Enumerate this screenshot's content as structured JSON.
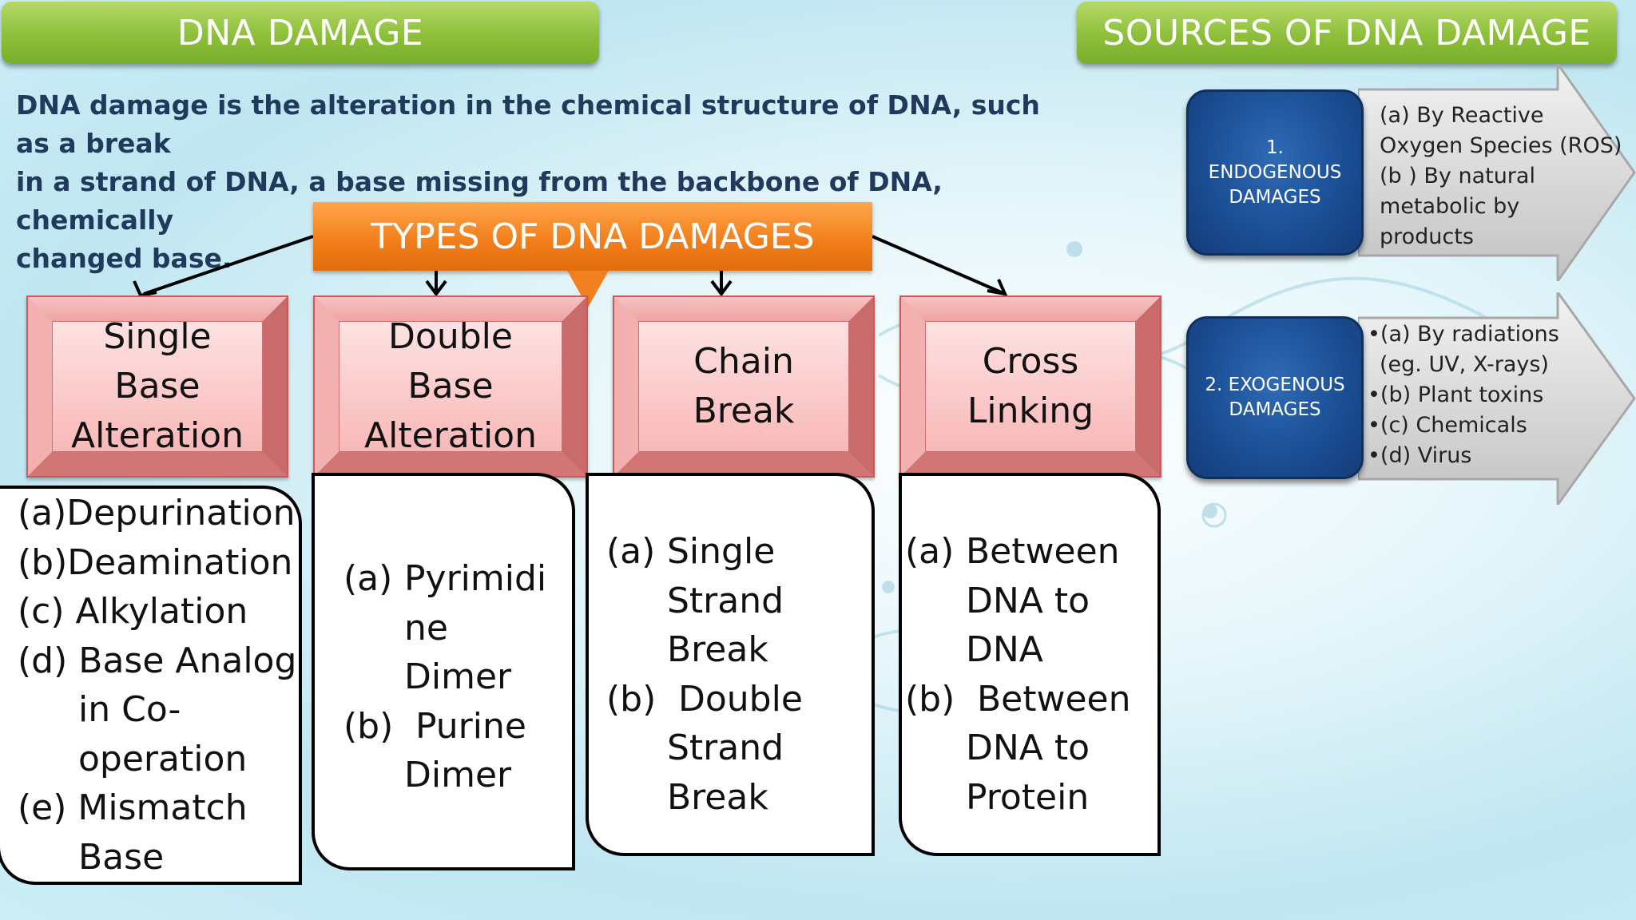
{
  "banners": {
    "dna_damage": "DNA DAMAGE",
    "sources": "SOURCES OF DNA DAMAGE"
  },
  "intro": {
    "line1": "DNA damage is the alteration in the chemical structure of DNA, such as a break",
    "line2": "in a strand of DNA, a base missing from the backbone of DNA, chemically",
    "line3": "changed base."
  },
  "types_header": "TYPES OF DNA DAMAGES",
  "types": [
    {
      "lines": [
        "Single",
        "Base",
        "Alteration"
      ]
    },
    {
      "lines": [
        "Double",
        "Base",
        "Alteration"
      ]
    },
    {
      "lines": [
        "Chain",
        "Break"
      ]
    },
    {
      "lines": [
        "Cross",
        "Linking"
      ]
    }
  ],
  "lists": [
    {
      "items": [
        {
          "label": "(a)",
          "lines": [
            "Depurination"
          ]
        },
        {
          "label": "(b)",
          "lines": [
            "Deamination"
          ]
        },
        {
          "label": "(c)",
          "lines": [
            " Alkylation"
          ]
        },
        {
          "label": "(d)",
          "lines": [
            " Base Analog",
            "in Co-",
            "operation"
          ]
        },
        {
          "label": "(e)",
          "lines": [
            " Mismatch",
            "Base"
          ]
        }
      ]
    },
    {
      "items": [
        {
          "label": "(a)",
          "lines": [
            "Pyrimidi",
            "ne",
            "Dimer"
          ]
        },
        {
          "label": "(b)",
          "lines": [
            " Purine",
            "Dimer"
          ]
        }
      ]
    },
    {
      "items": [
        {
          "label": "(a)",
          "lines": [
            "Single",
            "Strand",
            "Break"
          ]
        },
        {
          "label": "(b)",
          "lines": [
            " Double",
            "Strand",
            "Break"
          ]
        }
      ]
    },
    {
      "items": [
        {
          "label": "(a)",
          "lines": [
            "Between",
            "DNA to",
            "DNA"
          ]
        },
        {
          "label": "(b)",
          "lines": [
            " Between",
            "DNA to",
            "Protein"
          ]
        }
      ]
    }
  ],
  "sources": [
    {
      "box_lines": [
        "1.",
        "ENDOGENOUS",
        "DAMAGES"
      ],
      "arrow_lines": [
        "(a) By Reactive",
        "Oxygen Species (ROS)",
        "(b ) By natural",
        "metabolic by",
        "products"
      ]
    },
    {
      "box_lines": [
        "2. EXOGENOUS",
        "DAMAGES"
      ],
      "arrow_lines": [
        "•(a) By radiations",
        "(eg. UV, X-rays)",
        "•(b) Plant toxins",
        "•(c) Chemicals",
        "•(d) Virus"
      ]
    }
  ],
  "colors": {
    "green_banner": "#8dbf3a",
    "orange_header": "#f07d1a",
    "pink_box": "#f9b8b8",
    "blue_box": "#1b4f96",
    "intro_text": "#1f3a5c"
  }
}
